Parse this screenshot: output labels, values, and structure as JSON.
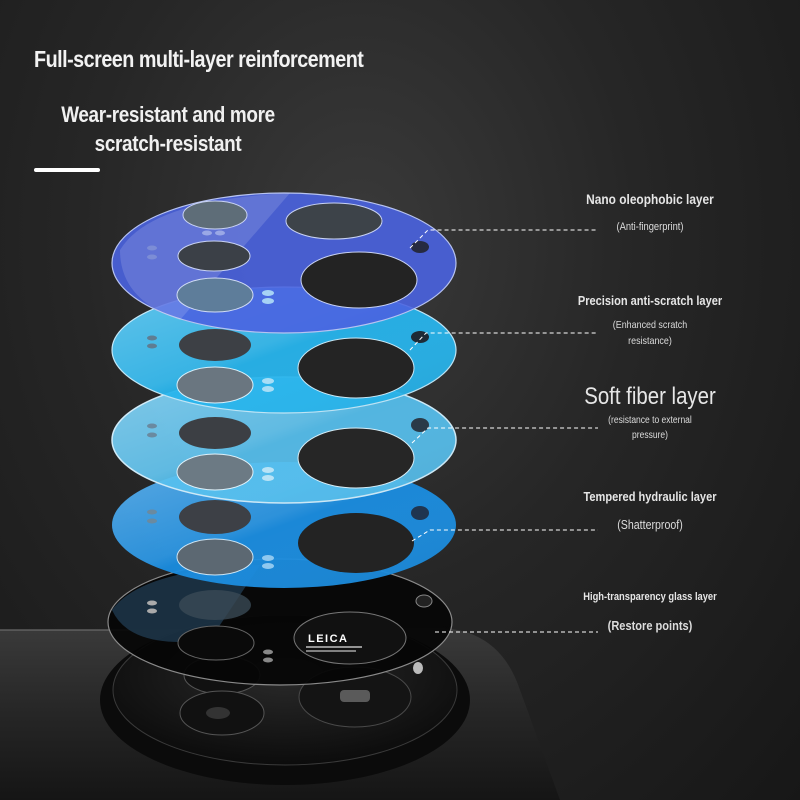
{
  "header": {
    "title": "Full-screen multi-layer reinforcement",
    "subtitle_line1": "Wear-resistant and more",
    "subtitle_line2": "scratch-resistant"
  },
  "product": {
    "lens_brand_text": "LEICA"
  },
  "layers": [
    {
      "name": "Nano oleophobic layer",
      "detail": "(Anti-fingerprint)",
      "color": "#4a63e0"
    },
    {
      "name": "Precision anti-scratch layer",
      "detail_line1": "(Enhanced scratch",
      "detail_line2": "resistance)",
      "color": "#27b4ec"
    },
    {
      "name": "Soft fiber layer",
      "detail_line1": "(resistance to external",
      "detail_line2": "pressure)",
      "color": "#56c0ee"
    },
    {
      "name": "Tempered hydraulic layer",
      "detail": "(Shatterproof)",
      "color": "#1a8de0"
    },
    {
      "name": "High-transparency glass layer",
      "detail": "(Restore points)",
      "color": "#0a0a0a"
    }
  ],
  "colors": {
    "background": "#242424",
    "text": "#eaeaea",
    "phone_body": "#2b2b2b"
  }
}
